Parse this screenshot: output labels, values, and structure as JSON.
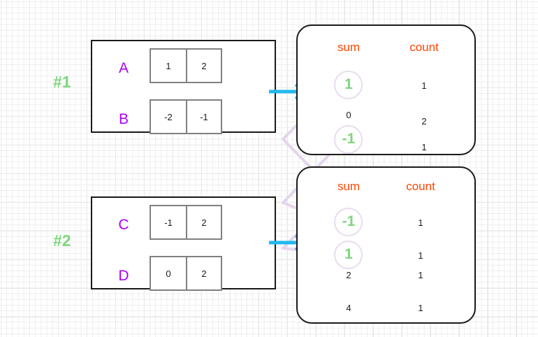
{
  "diagram": {
    "title": "shuffle-aggregation-diagram",
    "colors": {
      "group_label": "#7ed67e",
      "row_letter": "#aa00ff",
      "column_header": "#ff4500",
      "highlight_value": "#7ed67e",
      "link_line": "#e4d5ec",
      "arrow": "#22b8f0",
      "box_border": "#1a1a1a",
      "cell_border": "#808080",
      "grid_line": "#e2e6e2"
    },
    "partitions": [
      {
        "label": "#1",
        "rows": [
          {
            "key": "A",
            "values": [
              "1",
              "2"
            ]
          },
          {
            "key": "B",
            "values": [
              "-2",
              "-1"
            ]
          }
        ]
      },
      {
        "label": "#2",
        "rows": [
          {
            "key": "C",
            "values": [
              "-1",
              "2"
            ]
          },
          {
            "key": "D",
            "values": [
              "0",
              "2"
            ]
          }
        ]
      }
    ],
    "aggregates": [
      {
        "headers": [
          "sum",
          "count"
        ],
        "rows": [
          {
            "sum": "1",
            "count": "1",
            "highlight": true
          },
          {
            "sum": "0",
            "count": "2",
            "highlight": false
          },
          {
            "sum": "-1",
            "count": "1",
            "highlight": true
          }
        ]
      },
      {
        "headers": [
          "sum",
          "count"
        ],
        "rows": [
          {
            "sum": "-1",
            "count": "1",
            "highlight": true
          },
          {
            "sum": "1",
            "count": "1",
            "highlight": true
          },
          {
            "sum": "2",
            "count": "1",
            "highlight": false
          },
          {
            "sum": "4",
            "count": "1",
            "highlight": false
          }
        ]
      }
    ],
    "arrows": [
      {
        "name": "arrow-partition-1-to-aggregate-1"
      },
      {
        "name": "arrow-partition-2-to-aggregate-2"
      }
    ],
    "links": [
      {
        "name": "link-top-one-to-bottom-one"
      },
      {
        "name": "link-top-minus-one-to-bottom-minus-one"
      }
    ]
  }
}
